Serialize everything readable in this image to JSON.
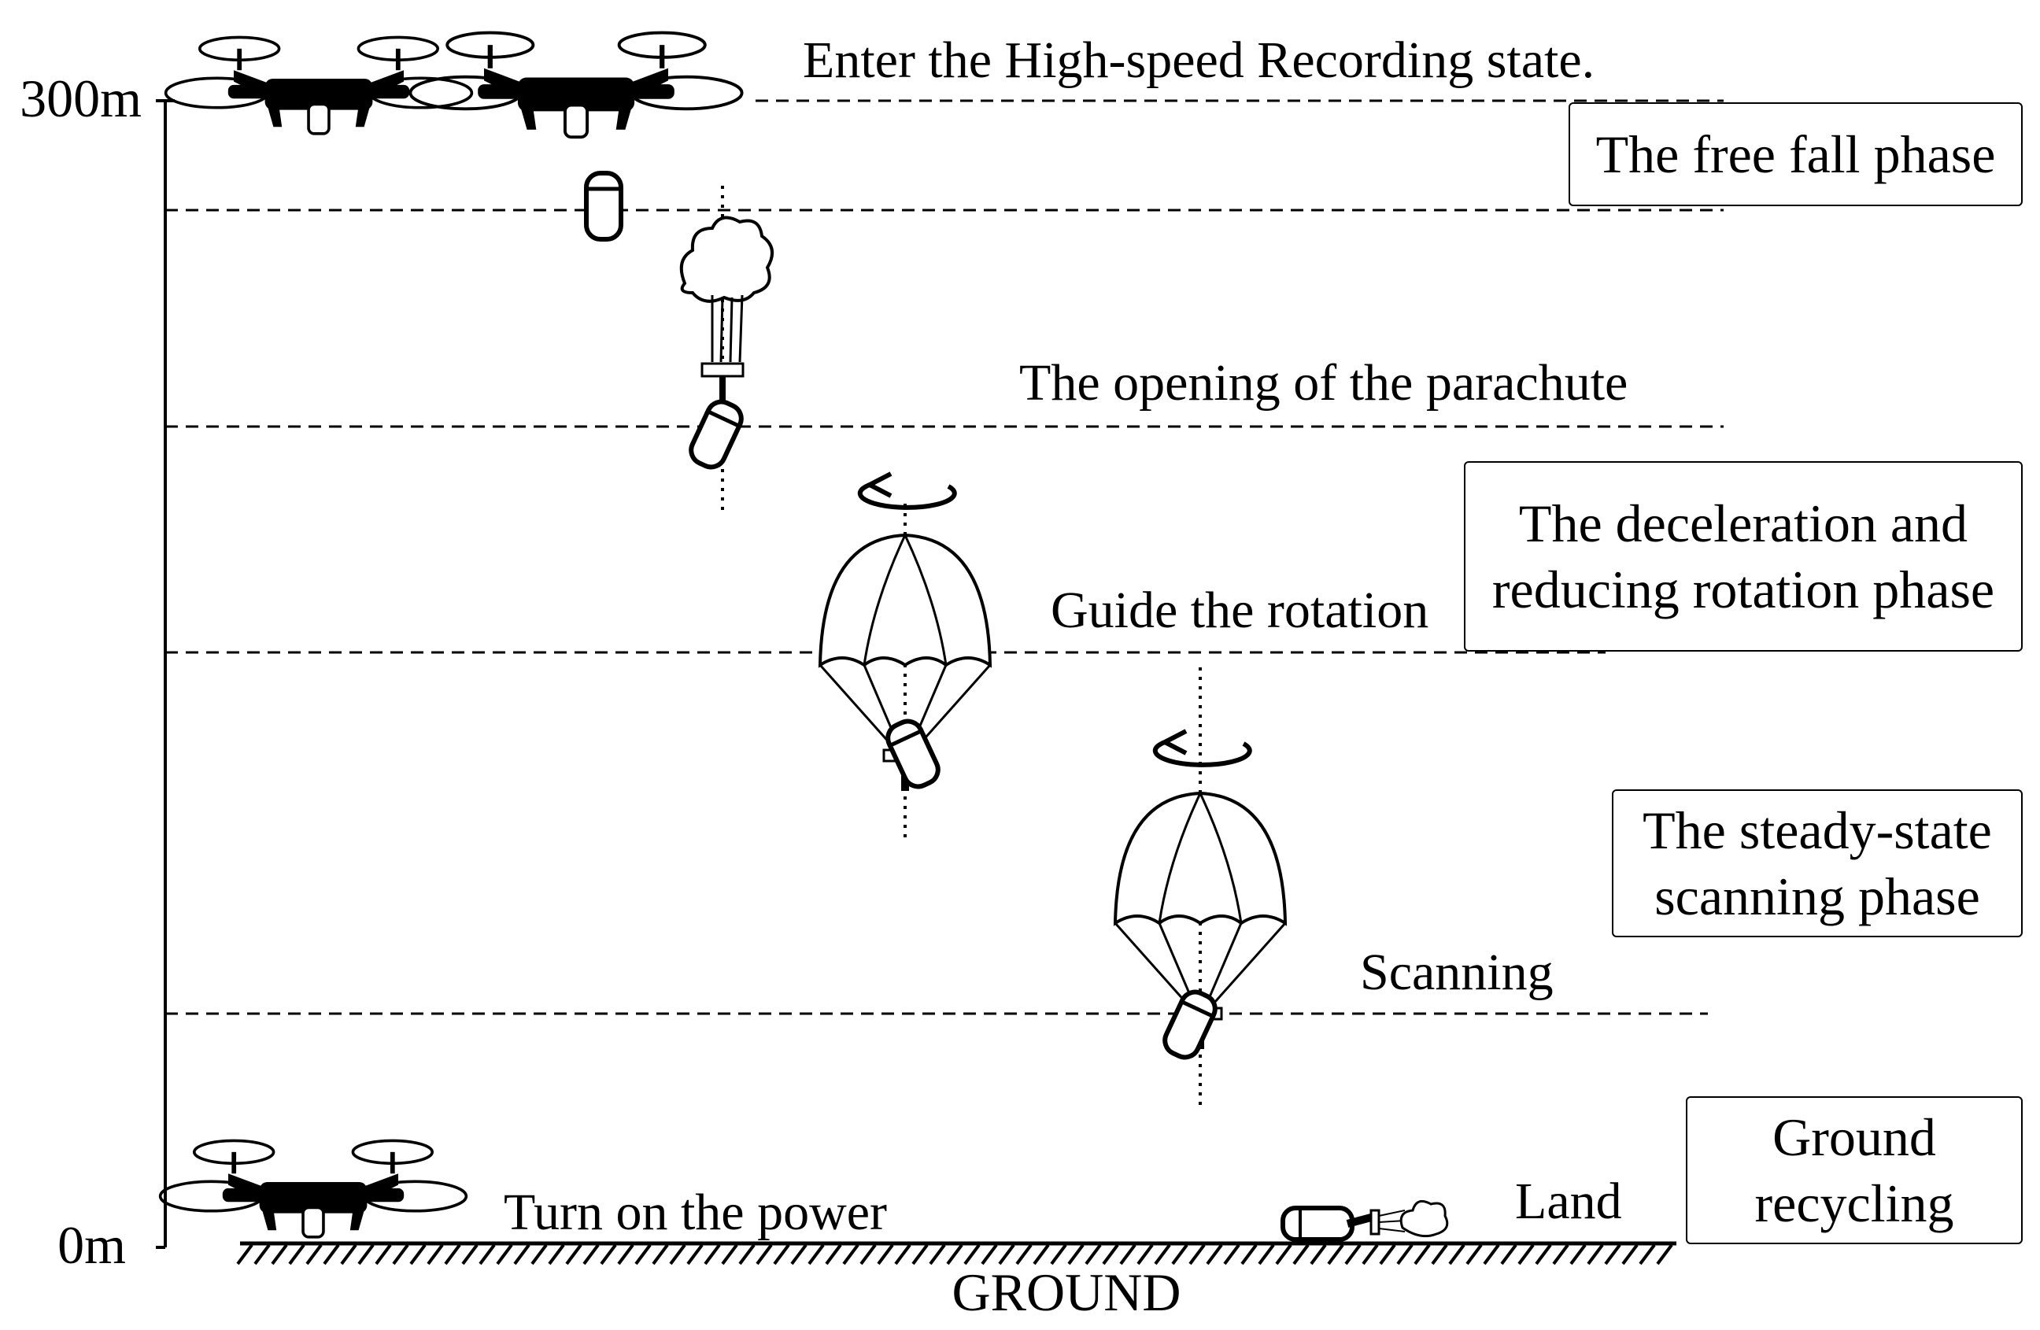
{
  "axis": {
    "top_label": "300m",
    "bottom_label": "0m"
  },
  "events": {
    "high_speed": "Enter the  High-speed Recording state.",
    "parachute_opening": "The opening of the parachute",
    "guide_rotation": "Guide the rotation",
    "scanning": "Scanning",
    "power_on": "Turn on the power",
    "land": "Land"
  },
  "phases": {
    "free_fall": "The free fall phase",
    "deceleration_line1": "The deceleration and",
    "deceleration_line2": "reducing rotation phase",
    "steady_line1": "The steady-state",
    "steady_line2": "scanning phase",
    "ground_line1": "Ground",
    "ground_line2": "recycling"
  },
  "ground_label": "GROUND",
  "icons": [
    "drone-icon",
    "capsule-icon",
    "smoke-icon",
    "parachute-icon",
    "rotation-arrow-icon"
  ],
  "colors": {
    "line": "#000000",
    "background": "#ffffff"
  }
}
